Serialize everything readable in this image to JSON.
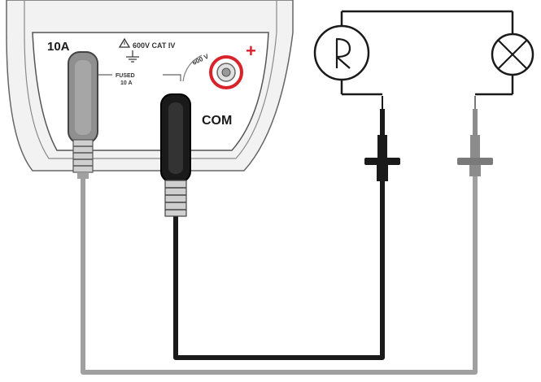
{
  "meter": {
    "jack_10a_label": "10A",
    "warning_label": "600V CAT IV",
    "fused_label": "FUSED",
    "fuse_rating": "10 A",
    "voltage_label": "600 V",
    "com_label": "COM",
    "plus_symbol": "+"
  },
  "circuit": {
    "resistor_icon": "resistor-symbol-icon",
    "lamp_icon": "lamp-symbol-icon"
  },
  "colors": {
    "black_lead": "#1a1a1a",
    "gray_lead": "#9a9a9a",
    "positive_jack": "#d9232a",
    "meter_body": "#eeeeee"
  }
}
